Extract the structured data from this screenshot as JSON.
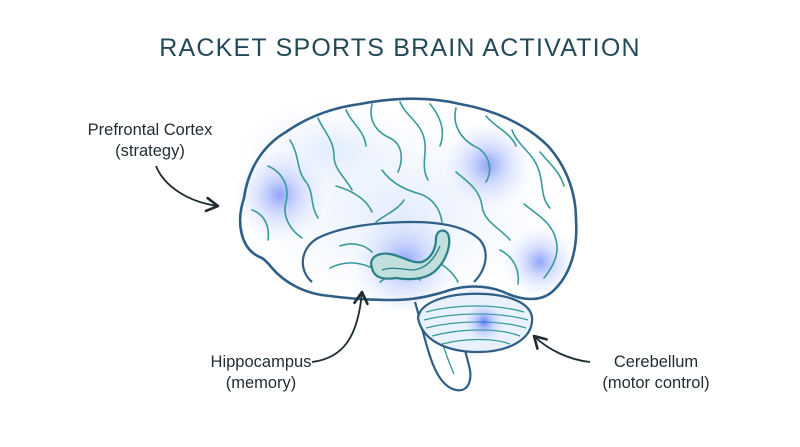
{
  "title": "RACKET SPORTS BRAIN ACTIVATION",
  "labels": {
    "prefrontal": {
      "name": "Prefrontal Cortex",
      "role": "(strategy)"
    },
    "hippocampus": {
      "name": "Hippocampus",
      "role": "(memory)"
    },
    "cerebellum": {
      "name": "Cerebellum",
      "role": "(motor control)"
    }
  },
  "colors": {
    "outline": "#2f5f86",
    "folds": "#3a9a9a",
    "glow": "#4a66f0",
    "text": "#1f2d33",
    "title": "#234a56"
  }
}
